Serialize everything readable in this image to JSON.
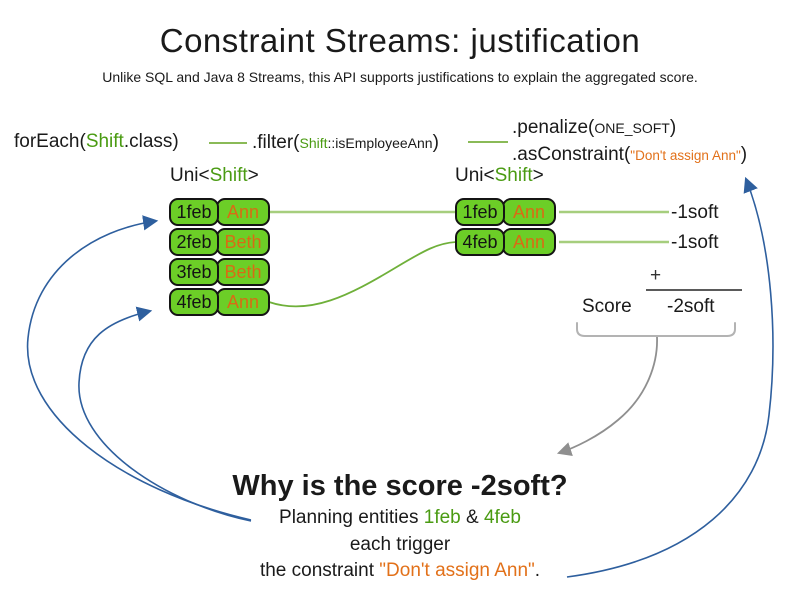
{
  "title": "Constraint Streams: justification",
  "subtitle": "Unlike SQL and Java 8 Streams, this API supports justifications to explain the aggregated score.",
  "code": {
    "foreach_prefix": "forEach(",
    "foreach_class": "Shift",
    "foreach_suffix": ".class)",
    "filter_prefix": ".filter(",
    "filter_class": "Shift",
    "filter_method": "::isEmployeeAnn",
    "filter_suffix": ")",
    "penalize_prefix": ".penalize(",
    "penalize_arg": "ONE_SOFT",
    "penalize_suffix": ")",
    "asconstraint_prefix": ".asConstraint(",
    "asconstraint_arg": "\"Don't assign Ann\"",
    "asconstraint_suffix": ")"
  },
  "left_stream": {
    "type_prefix": "Uni<",
    "type_class": "Shift",
    "type_suffix": ">",
    "rows": [
      {
        "date": "1feb",
        "employee": "Ann"
      },
      {
        "date": "2feb",
        "employee": "Beth"
      },
      {
        "date": "3feb",
        "employee": "Beth"
      },
      {
        "date": "4feb",
        "employee": "Ann"
      }
    ]
  },
  "right_stream": {
    "type_prefix": "Uni<",
    "type_class": "Shift",
    "type_suffix": ">",
    "rows": [
      {
        "date": "1feb",
        "employee": "Ann"
      },
      {
        "date": "4feb",
        "employee": "Ann"
      }
    ]
  },
  "scores": {
    "penalties": [
      "-1soft",
      "-1soft"
    ],
    "plus": "+",
    "score_label": "Score",
    "total": "-2soft"
  },
  "explanation": {
    "heading": "Why is the score -2soft?",
    "line1_prefix": "Planning entities ",
    "line1_entity1": "1feb",
    "line1_amp": " & ",
    "line1_entity2": "4feb",
    "line2": "each trigger",
    "line3_prefix": "the constraint ",
    "line3_constraint": "\"Don't assign Ann\"",
    "line3_suffix": "."
  },
  "colors": {
    "accent_green_text": "#4A9B12",
    "cell_green_fill": "#6CCE27",
    "accent_orange": "#E2711A",
    "blue_arrow": "#2E5F9E",
    "gray_arrow": "#8F8F8F"
  }
}
